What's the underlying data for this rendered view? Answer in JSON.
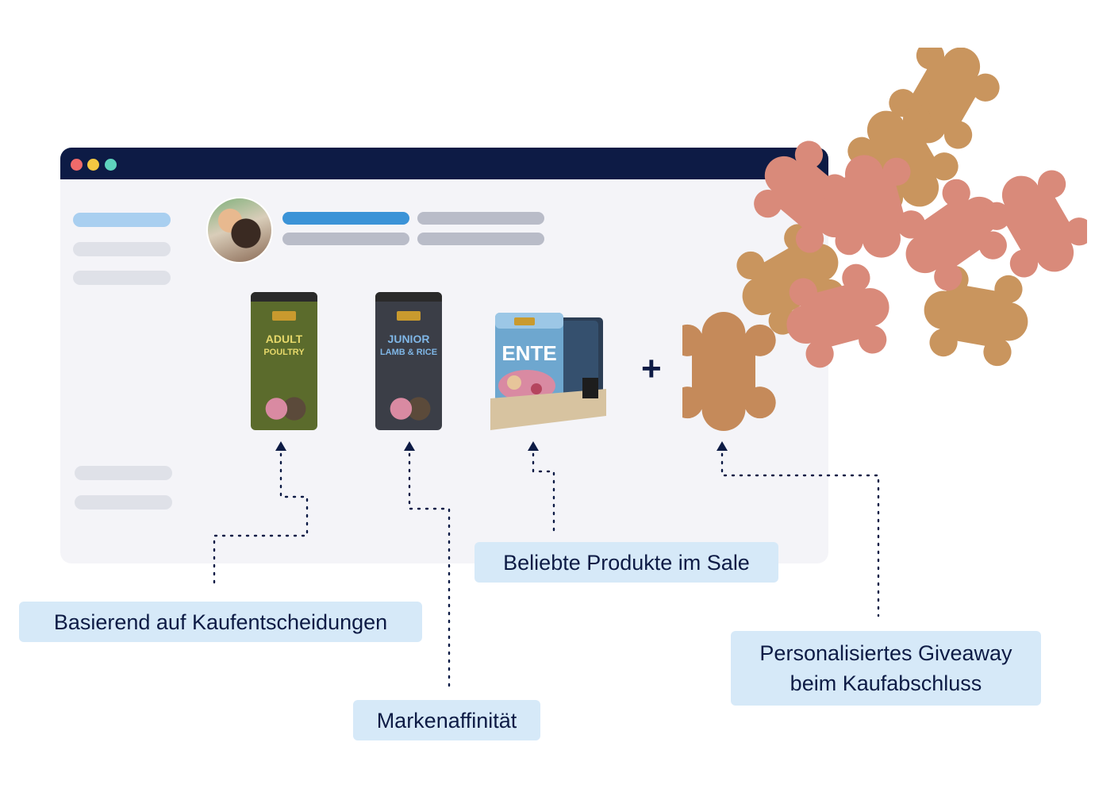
{
  "labels": {
    "purchase": "Basierend auf Kaufentscheidungen",
    "brand": "Markenaffinität",
    "sale": "Beliebte Produkte im Sale",
    "giveaway_line1": "Personalisiertes Giveaway",
    "giveaway_line2": "beim Kaufabschluss"
  },
  "products": [
    {
      "name_line1": "ADULT",
      "name_line2": "POULTRY",
      "color": "#5a6a2a"
    },
    {
      "name_line1": "JUNIOR",
      "name_line2": "LAMB & RICE",
      "color": "#3a3d45"
    },
    {
      "name": "ENTE",
      "color": "#6ea7cf"
    }
  ],
  "plus_symbol": "+",
  "colors": {
    "navy": "#0d1b45",
    "label_bg": "#d6e9f8",
    "browser_bg": "#f4f4f8"
  },
  "icons": [
    "dog-biscuit-icon",
    "window-dot-icon",
    "arrow-up-icon"
  ]
}
